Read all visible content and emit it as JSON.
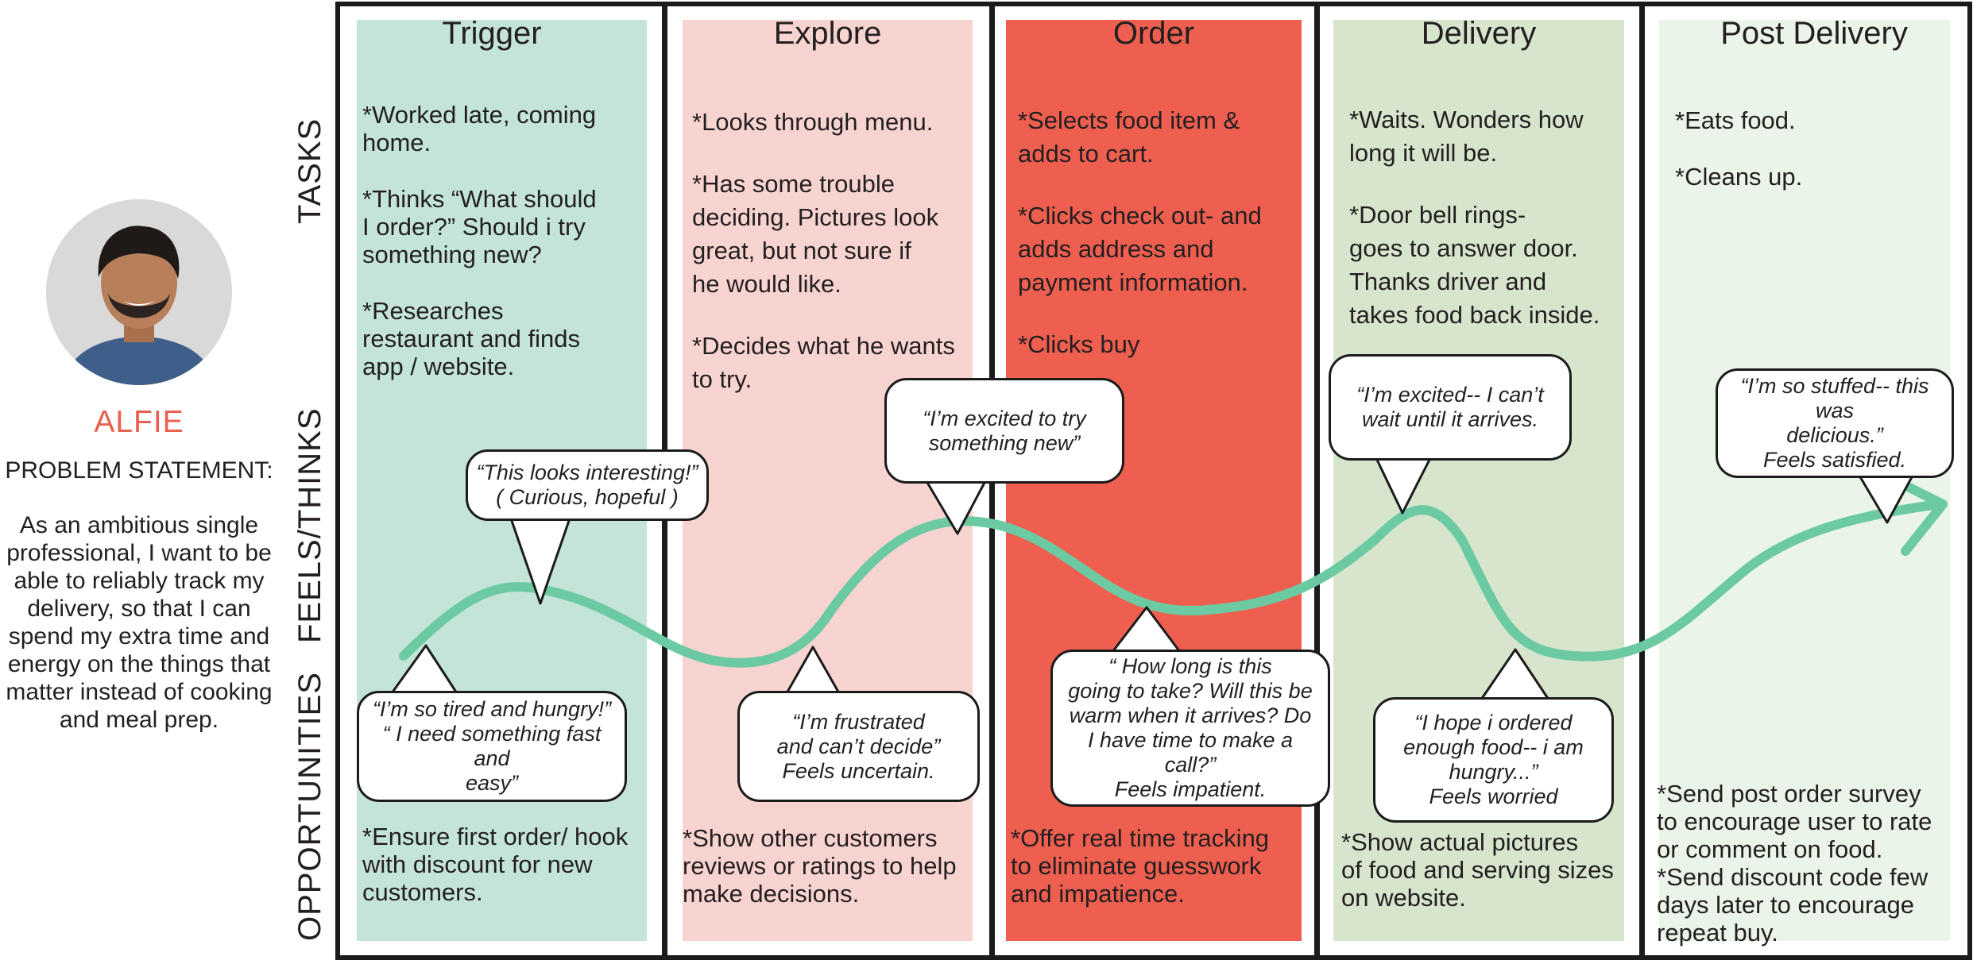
{
  "persona": {
    "name": "ALFIE",
    "problem_heading": "PROBLEM STATEMENT:",
    "problem_text": "As an ambitious single professional, I want to be able to reliably track my delivery, so that I can spend my extra time and energy on the things that matter instead of cooking and meal prep.",
    "avatar_icon": "person-photo"
  },
  "row_labels": [
    "TASKS",
    "FEELS/THINKS",
    "OPPORTUNITIES"
  ],
  "colors": {
    "trigger": "#c3e4d7",
    "explore": "#f8d4d1",
    "order": "#ee5f50",
    "delivery": "#d6e5cc",
    "post_delivery": "#ebf4e8",
    "curve": "#6ccaa3",
    "name": "#e8604f",
    "frame": "#1b1b1b"
  },
  "stages": [
    {
      "title": "Trigger",
      "tasks": [
        "*Worked late, coming\nhome.",
        "*Thinks “What should\nI order?”  Should i try\nsomething new?",
        "*Researches\nrestaurant and finds\napp / website."
      ],
      "opportunity": "*Ensure first order/ hook\nwith discount for new\ncustomers."
    },
    {
      "title": "Explore",
      "tasks": [
        "*Looks through menu.",
        "*Has some trouble\ndeciding. Pictures look\ngreat, but not sure if\nhe would like.",
        "*Decides what he wants\nto try."
      ],
      "opportunity": "*Show other customers\nreviews or ratings to help\nmake decisions."
    },
    {
      "title": "Order",
      "tasks": [
        "*Selects food item &\nadds to cart.",
        "*Clicks check out- and\nadds address and\npayment information.",
        "*Clicks buy"
      ],
      "opportunity": "*Offer real time tracking\nto eliminate guesswork\nand impatience."
    },
    {
      "title": "Delivery",
      "tasks": [
        "*Waits. Wonders how\nlong it will be.",
        "*Door bell rings-\ngoes to answer door.\nThanks driver and\ntakes food back inside."
      ],
      "opportunity": "*Show actual pictures\nof food and serving sizes\non website."
    },
    {
      "title": "Post Delivery",
      "tasks": [
        "*Eats food.",
        "*Cleans up."
      ],
      "opportunity": "*Send post order survey\nto encourage user to rate\nor comment on food.\n*Send discount code few\ndays later to encourage\nrepeat buy."
    }
  ],
  "feelings": {
    "upper": [
      "“This looks interesting!”\n( Curious, hopeful )",
      "“I’m excited to try\nsomething new”",
      "“I’m excited-- I can’t\nwait until it arrives.",
      "“I’m so stuffed-- this was\ndelicious.”\nFeels satisfied."
    ],
    "lower": [
      "“I’m so tired and hungry!”\n“ I need something fast and\neasy”",
      "“I’m frustrated\nand can’t decide”\nFeels uncertain.",
      "“ How long is this\ngoing to take? Will this be\nwarm when it arrives? Do\nI have time to make a call?”\nFeels impatient.",
      "“I hope i ordered\nenough food-- i am\nhungry...”\nFeels worried"
    ]
  }
}
